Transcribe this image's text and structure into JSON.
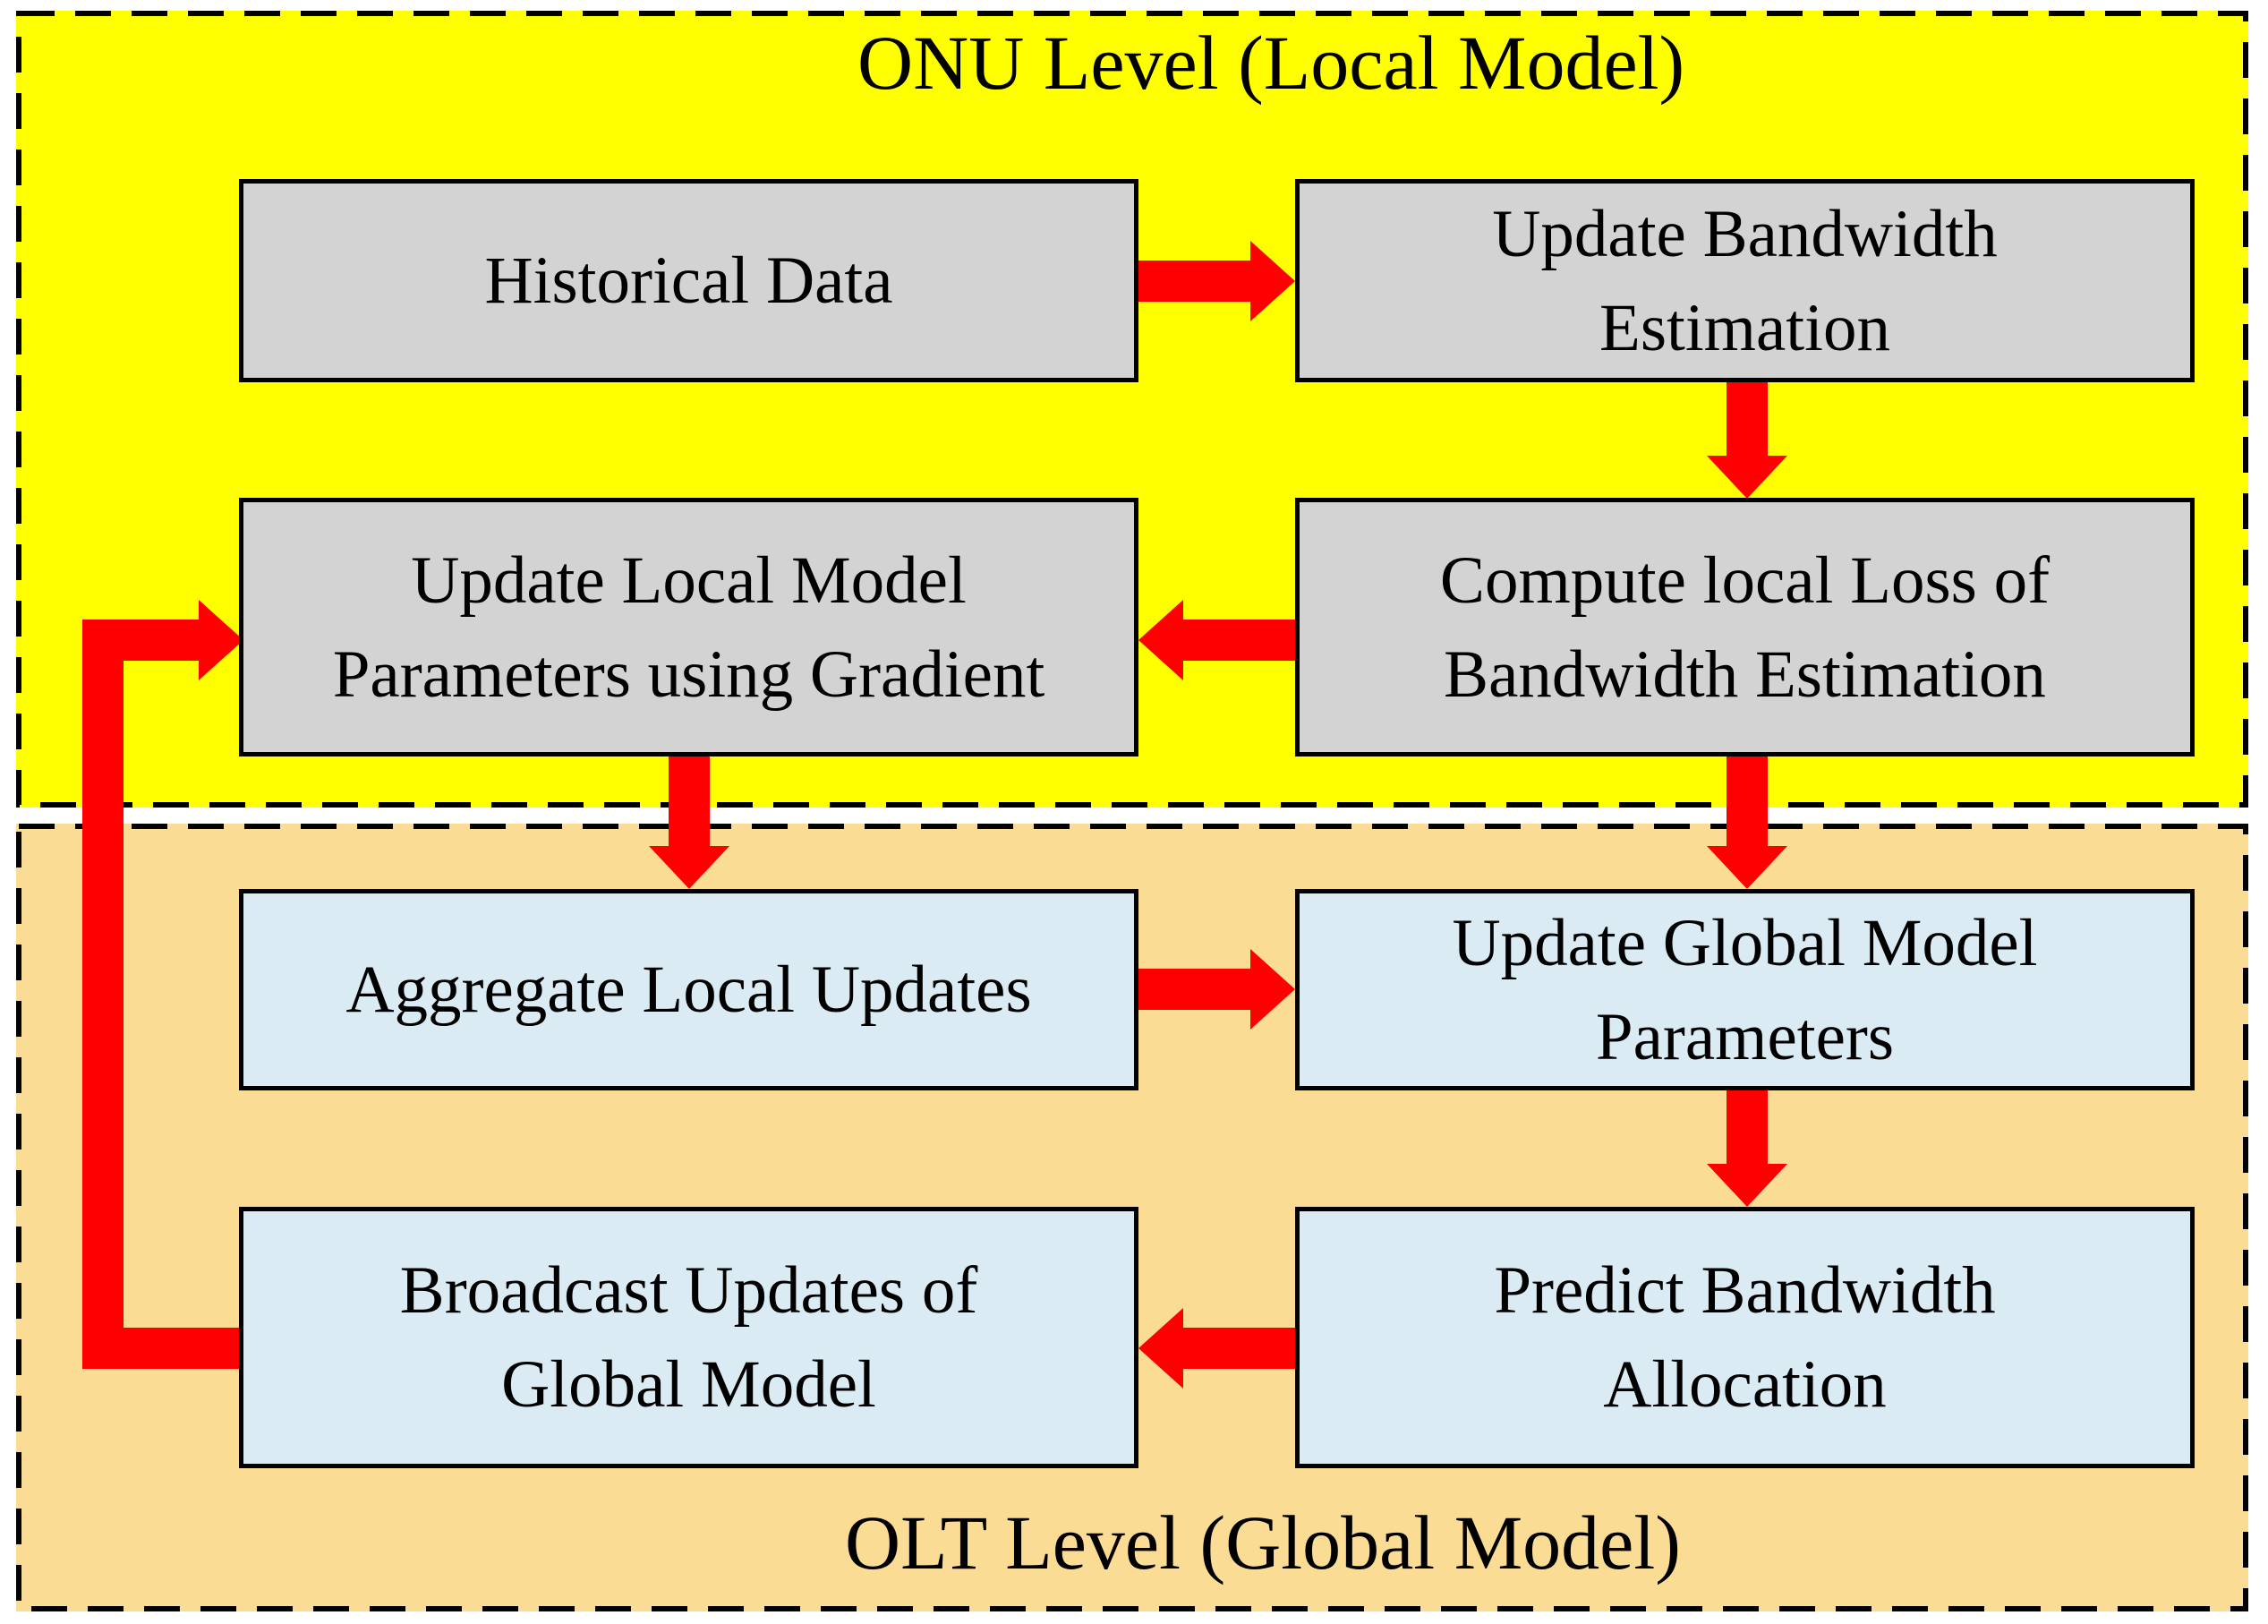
{
  "diagram": {
    "type": "flowchart",
    "onu_region": {
      "title": "ONU Level (Local Model)",
      "background_color": "#FFFF00"
    },
    "olt_region": {
      "title": "OLT Level (Global Model)",
      "background_color": "#FBDC94"
    },
    "colors": {
      "onu_node_fill": "#D3D3D3",
      "olt_node_fill": "#DAEBF3",
      "arrow": "#FF0000",
      "border": "#000000"
    },
    "nodes": {
      "historical": {
        "label": "Historical Data",
        "region": "ONU"
      },
      "update_bandwidth": {
        "label": "Update Bandwidth\nEstimation",
        "region": "ONU"
      },
      "update_local": {
        "label": "Update Local Model\nParameters using Gradient",
        "region": "ONU"
      },
      "compute_loss": {
        "label": "Compute local Loss of\nBandwidth Estimation",
        "region": "ONU"
      },
      "aggregate": {
        "label": "Aggregate Local Updates",
        "region": "OLT"
      },
      "update_global": {
        "label": "Update Global Model\nParameters",
        "region": "OLT"
      },
      "broadcast": {
        "label": "Broadcast Updates of\nGlobal Model",
        "region": "OLT"
      },
      "predict": {
        "label": "Predict Bandwidth\nAllocation",
        "region": "OLT"
      }
    },
    "edges": [
      {
        "from": "Historical Data",
        "to": "Update Bandwidth Estimation",
        "direction": "right"
      },
      {
        "from": "Update Bandwidth Estimation",
        "to": "Compute local Loss of Bandwidth Estimation",
        "direction": "down"
      },
      {
        "from": "Compute local Loss of Bandwidth Estimation",
        "to": "Update Local Model Parameters using Gradient",
        "direction": "left"
      },
      {
        "from": "Update Local Model Parameters using Gradient",
        "to": "Aggregate Local Updates",
        "direction": "down"
      },
      {
        "from": "Compute local Loss of Bandwidth Estimation",
        "to": "Update Global Model Parameters",
        "direction": "down"
      },
      {
        "from": "Aggregate Local Updates",
        "to": "Update Global Model Parameters",
        "direction": "right"
      },
      {
        "from": "Update Global Model Parameters",
        "to": "Predict Bandwidth Allocation",
        "direction": "down"
      },
      {
        "from": "Predict Bandwidth Allocation",
        "to": "Broadcast Updates of Global Model",
        "direction": "left"
      },
      {
        "from": "Broadcast Updates of Global Model",
        "to": "Update Local Model Parameters using Gradient",
        "direction": "left-up-right feedback"
      }
    ]
  }
}
